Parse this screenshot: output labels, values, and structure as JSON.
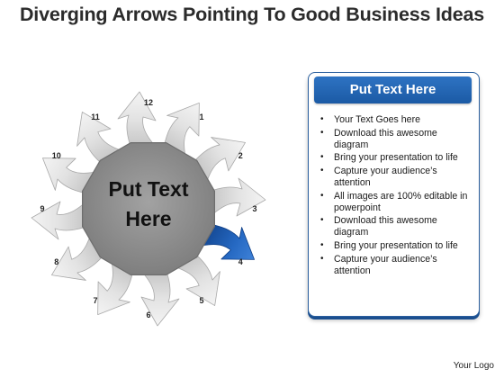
{
  "title": "Diverging Arrows Pointing To Good Business Ideas",
  "center": {
    "line1": "Put Text",
    "line2": "Here"
  },
  "arrows": [
    {
      "label": "1",
      "highlight": false
    },
    {
      "label": "2",
      "highlight": false
    },
    {
      "label": "3",
      "highlight": false
    },
    {
      "label": "4",
      "highlight": true
    },
    {
      "label": "5",
      "highlight": false
    },
    {
      "label": "6",
      "highlight": false
    },
    {
      "label": "7",
      "highlight": false
    },
    {
      "label": "8",
      "highlight": false
    },
    {
      "label": "9",
      "highlight": false
    },
    {
      "label": "10",
      "highlight": false
    },
    {
      "label": "11",
      "highlight": false
    },
    {
      "label": "12",
      "highlight": false
    }
  ],
  "panel": {
    "header": "Put Text Here",
    "bullets": [
      "Your Text Goes here",
      "Download this awesome diagram",
      "Bring your presentation to life",
      "Capture your audience’s attention",
      "All images are 100% editable in powerpoint",
      "Download this awesome diagram",
      "Bring your presentation to life",
      "Capture your audience’s attention"
    ]
  },
  "logo": "Your Logo",
  "colors": {
    "arrow": "#d2d2d2",
    "arrow_edge": "#a9a9a9",
    "highlight": "#1f5fb0",
    "hub": "#8d8d8d",
    "panel_header": "#2463b1"
  }
}
